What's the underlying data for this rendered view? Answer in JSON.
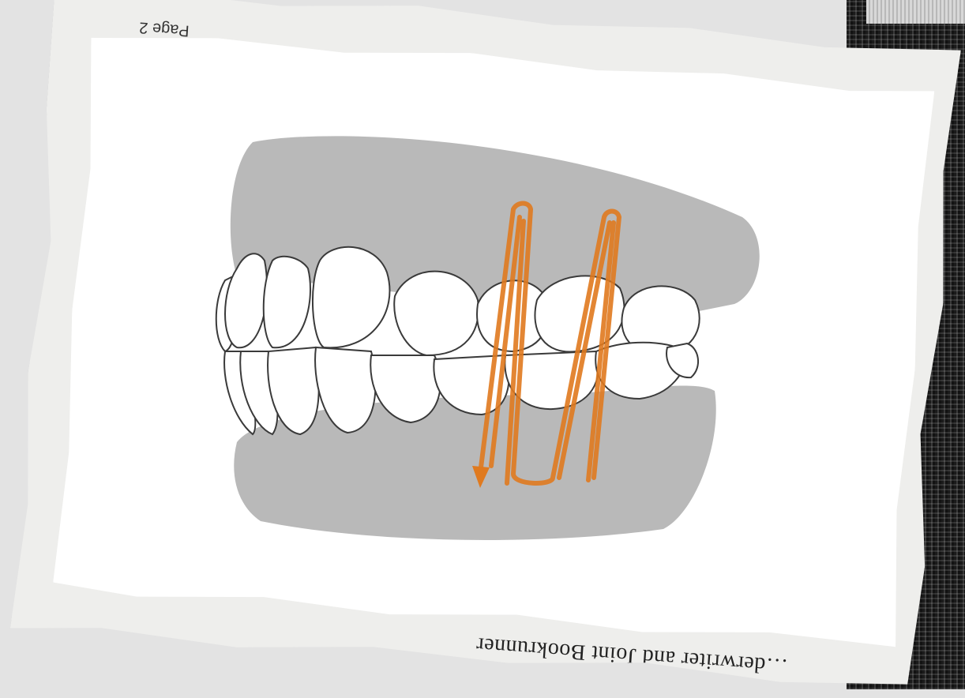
{
  "page": {
    "page_label": "Page 2",
    "bottom_caption": "…derwriter and Joint Bookrunner"
  },
  "illustration": {
    "subject": "teeth-side-view",
    "arrow_color": "#e07a1f",
    "gum_color": "#b9b9b9"
  }
}
